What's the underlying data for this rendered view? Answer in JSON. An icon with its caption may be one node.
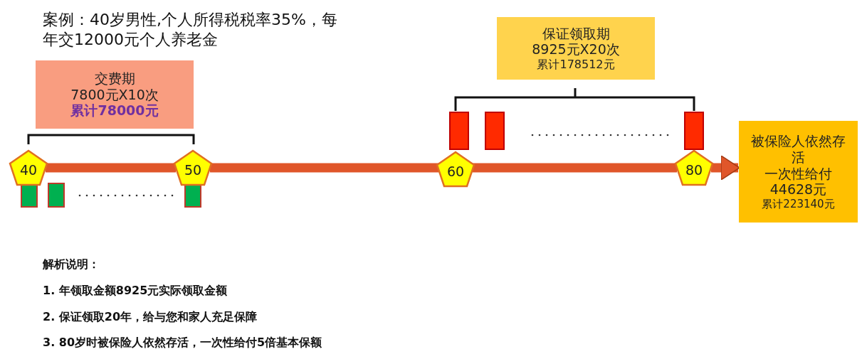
{
  "diagram": {
    "nodes": [
      {
        "text": [
          "交费期",
          "7800元X10次",
          "累计78000元"
        ]
      },
      {
        "text": [
          "保证领取期",
          "8925元X20次",
          "累计178512元"
        ]
      },
      {
        "text": [
          "40"
        ]
      },
      {
        "text": [
          "50"
        ]
      },
      {
        "text": [
          "60"
        ]
      },
      {
        "text": [
          "80"
        ]
      },
      {
        "text": [
          "被保险人依然存活",
          "一次性给付",
          "44628元",
          "累计223140元"
        ]
      }
    ],
    "edges": [
      {
        "from": 2,
        "to": 3,
        "arrow": "none"
      },
      {
        "from": 3,
        "to": 4,
        "arrow": "none"
      },
      {
        "from": 4,
        "to": 5,
        "arrow": "none"
      },
      {
        "from": 5,
        "to": 6,
        "arrow": "to"
      }
    ],
    "labels": [
      "案例：40岁男性,个人所得税税率35%，每年交12000元个人养老金",
      "解析说明：",
      "1. 年领取金额8925元实际领取金额",
      "2. 保证领取20年，给与您和家人充足保障",
      "3. 80岁时被保险人依然存活，一次性给付5倍基本保额"
    ]
  }
}
